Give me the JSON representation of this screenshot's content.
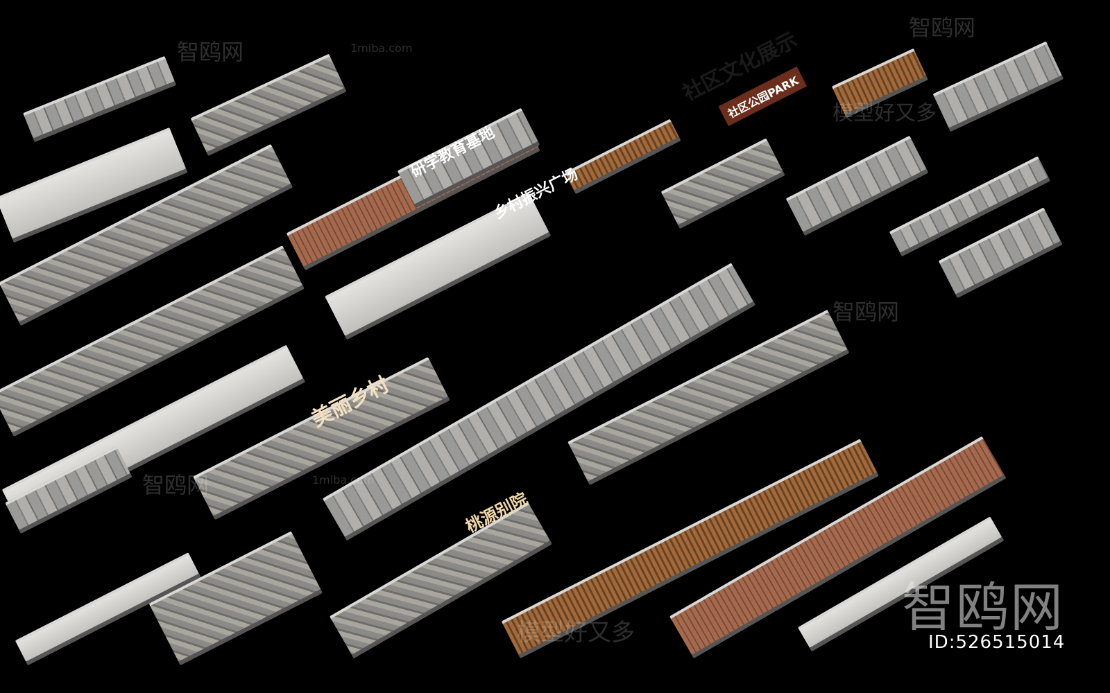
{
  "scene": {
    "background_color": "#000000",
    "signs": [
      {
        "text": "社区文化展示",
        "color": "#1a1a1a"
      },
      {
        "text": "社区公园PARK",
        "color": "#ffffff"
      },
      {
        "text": "研学教育基地",
        "color": "#ffffff"
      },
      {
        "text": "乡村振兴广场",
        "color": "#ffffff"
      },
      {
        "text": "美丽乡村",
        "color": "#f3e0c0"
      },
      {
        "text": "桃源别院",
        "color": "#f0d8a8"
      }
    ]
  },
  "watermarks": {
    "site_name": "智鸥网",
    "domain": "1miba.com",
    "slogan": "模型好又多",
    "model_id": "ID:526515014"
  }
}
